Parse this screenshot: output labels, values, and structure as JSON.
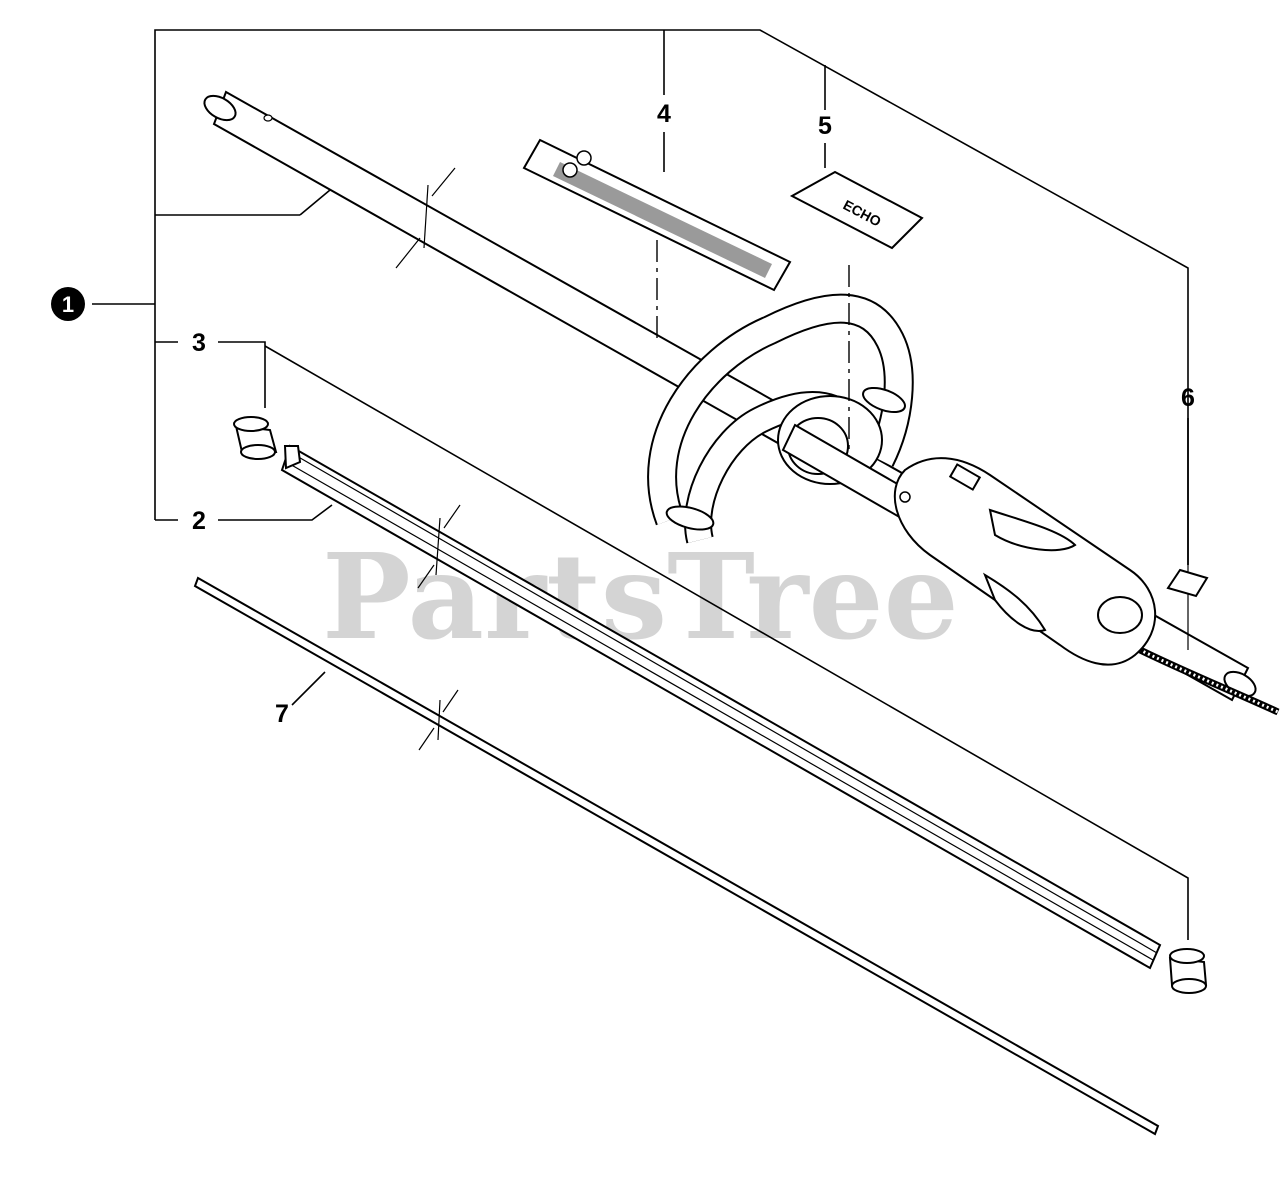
{
  "callouts": {
    "c1": "1",
    "c2": "2",
    "c3": "3",
    "c4": "4",
    "c5": "5",
    "c6": "6",
    "c7": "7"
  },
  "decal_text": "ECHO",
  "watermark": {
    "text": "PartsTree",
    "tm": "™"
  }
}
